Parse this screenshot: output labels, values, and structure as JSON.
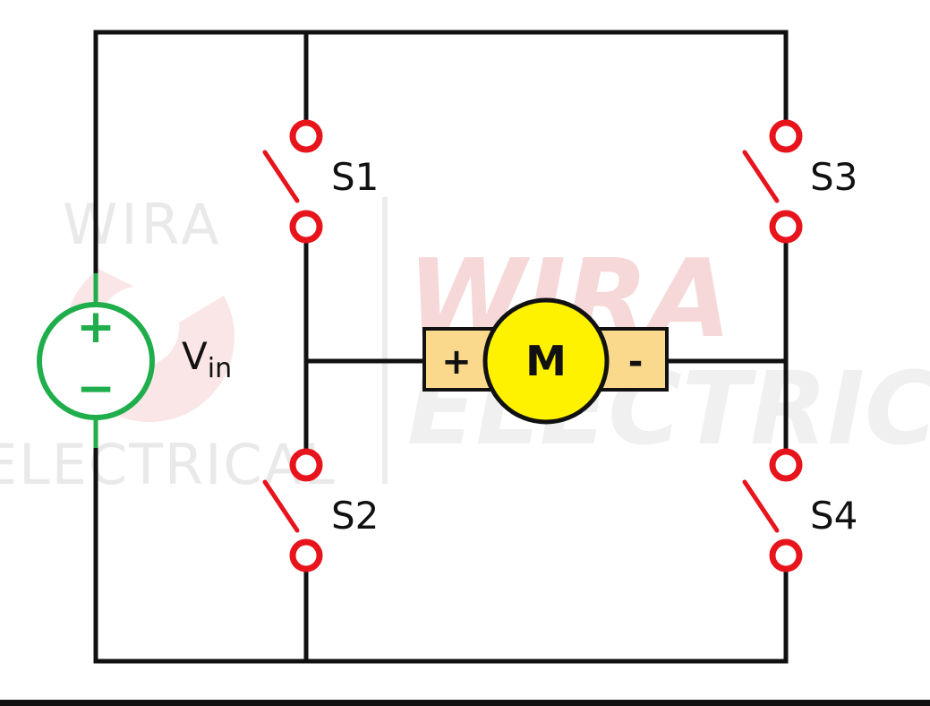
{
  "watermark": {
    "brand_top": "WIRA",
    "brand_bottom": "ELECTRICAL",
    "brand_large_top": "WIRA",
    "brand_large_bottom": "ELECTRICAL"
  },
  "source": {
    "label_main": "V",
    "label_sub": "in",
    "positive": "+",
    "negative": "−"
  },
  "switches": {
    "s1": "S1",
    "s2": "S2",
    "s3": "S3",
    "s4": "S4"
  },
  "motor": {
    "label": "M",
    "positive": "+",
    "negative": "-"
  },
  "colors": {
    "wire": "#111111",
    "switch": "#e8141c",
    "source": "#1fae4b",
    "motor_body": "#fff200",
    "motor_terminal": "#fad98c",
    "watermark_red": "#f3c6c6",
    "watermark_grey": "#e6e6e6"
  }
}
